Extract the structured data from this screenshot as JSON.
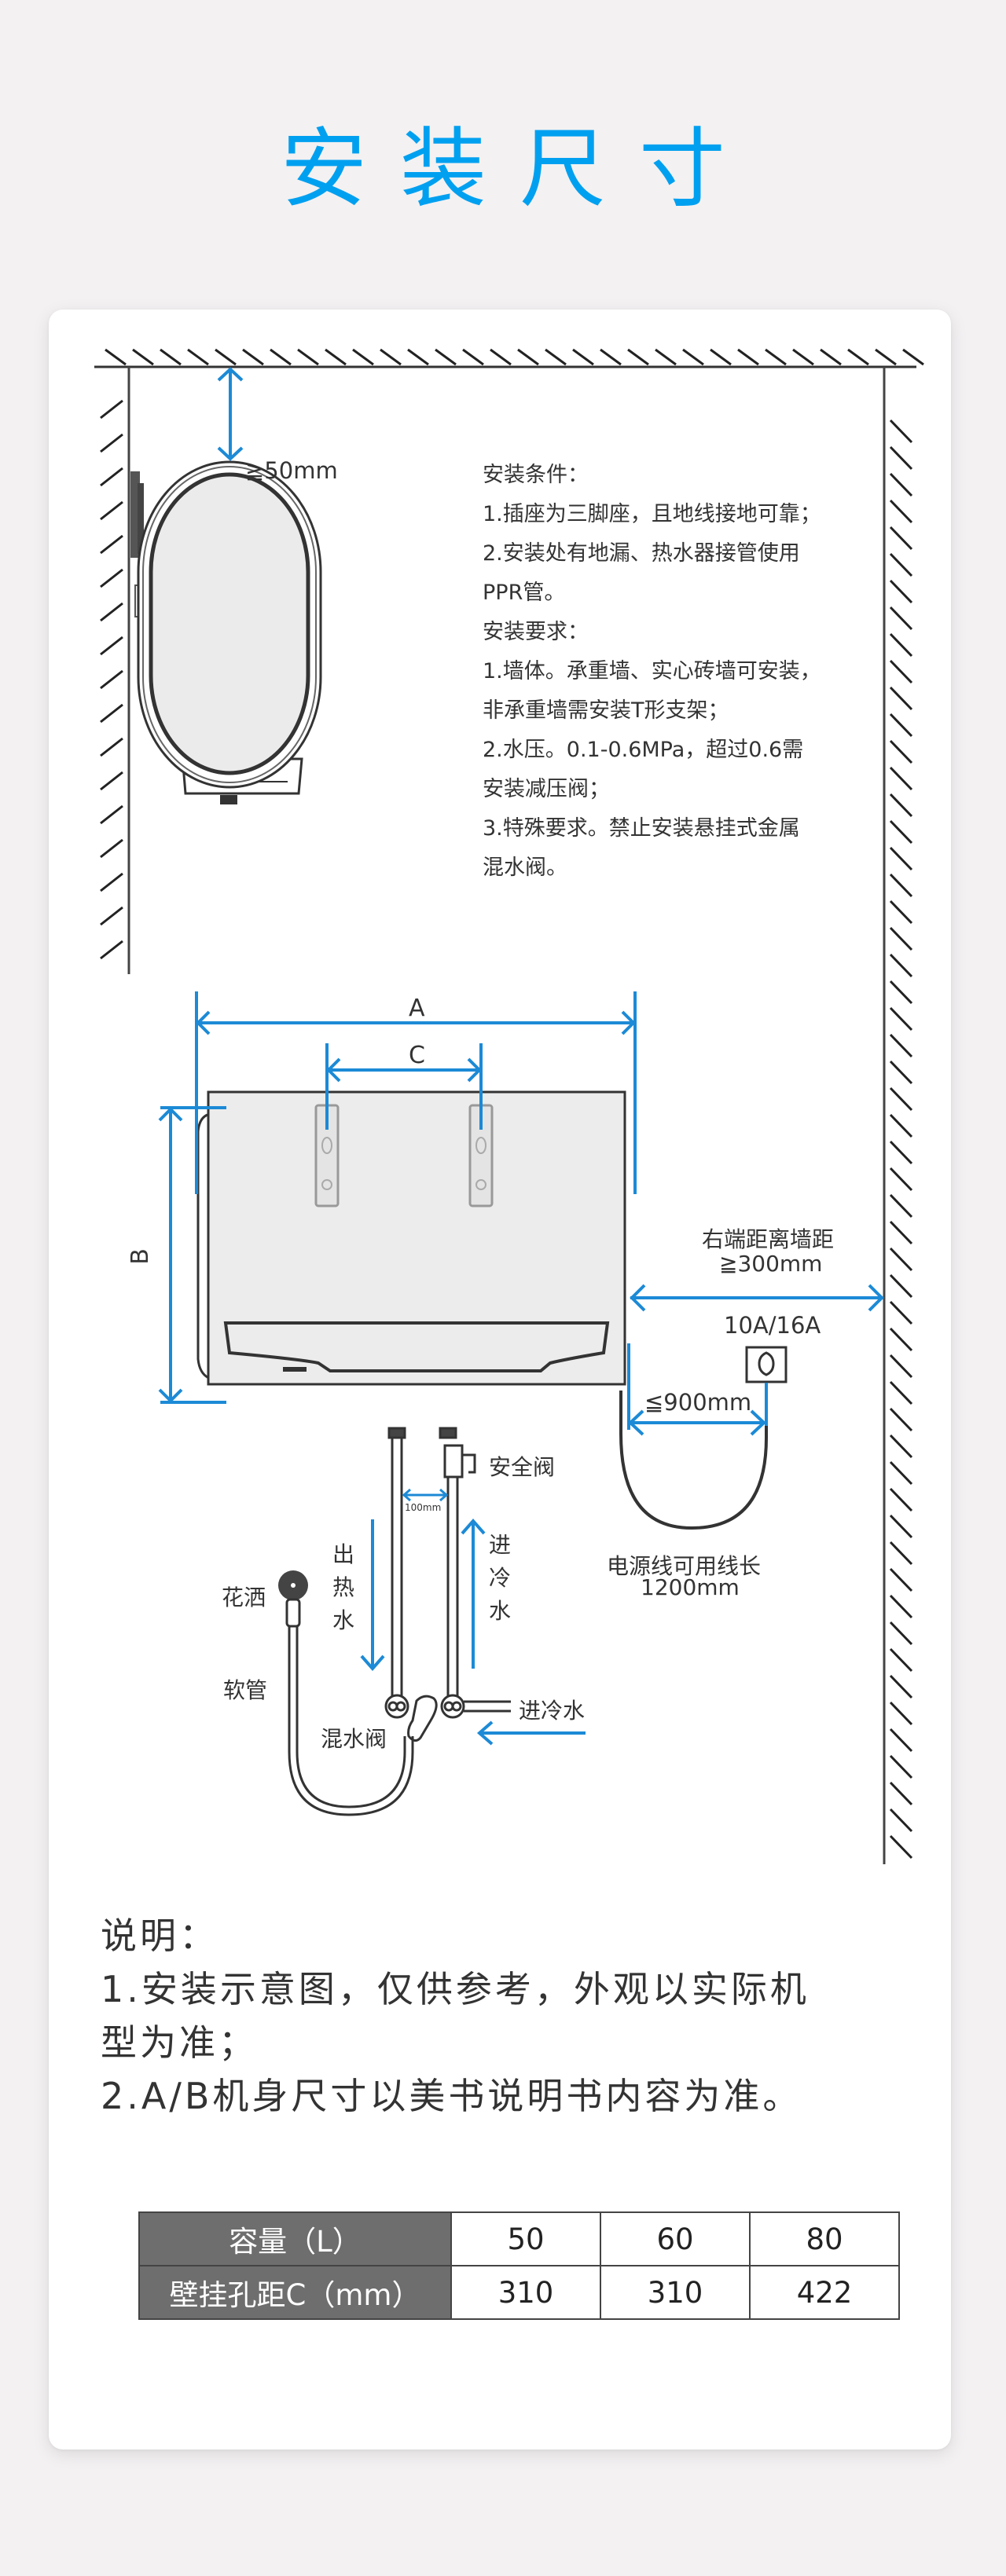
{
  "page": {
    "title": "安装尺寸",
    "accent_color": "#00a0f0",
    "dimension_line_color": "#1c8ad6"
  },
  "side_view": {
    "clearance_top": "≧50mm"
  },
  "install_notes": {
    "conditions_title": "安装条件：",
    "conditions": [
      "1.插座为三脚座，且地线接地可靠；",
      "2.安装处有地漏、热水器接管使用",
      "PPR管。"
    ],
    "requirements_title": "安装要求：",
    "requirements": [
      "1.墙体。承重墙、实心砖墙可安装，",
      "非承重墙需安装T形支架；",
      "2.水压。0.1-0.6MPa，超过0.6需",
      "安装减压阀；",
      "3.特殊要求。禁止安装悬挂式金属",
      "混水阀。"
    ]
  },
  "front_view": {
    "dim_a": "A",
    "dim_b": "B",
    "dim_c": "C",
    "right_clearance_label": "右端距离墙距",
    "right_clearance_value": "≧300mm",
    "socket_rating": "10A/16A",
    "socket_distance": "≦900mm",
    "cord_label": "电源线可用线长",
    "cord_length": "1200mm",
    "pipe_spacing": "100mm",
    "safety_valve": "安全阀",
    "hot_out": "出热水",
    "cold_in_vertical": "进冷水",
    "cold_in": "进冷水",
    "shower_head": "花洒",
    "hose": "软管",
    "mixing_valve": "混水阀"
  },
  "explanation": {
    "title": "说明：",
    "lines": [
      "1.安装示意图，仅供参考，外观以实际机",
      "型为准；",
      "2.A/B机身尺寸以美书说明书内容为准。"
    ]
  },
  "spec_table": {
    "rows": [
      {
        "header": "容量（L）",
        "values": [
          "50",
          "60",
          "80"
        ]
      },
      {
        "header": "壁挂孔距C（mm）",
        "values": [
          "310",
          "310",
          "422"
        ]
      }
    ]
  }
}
